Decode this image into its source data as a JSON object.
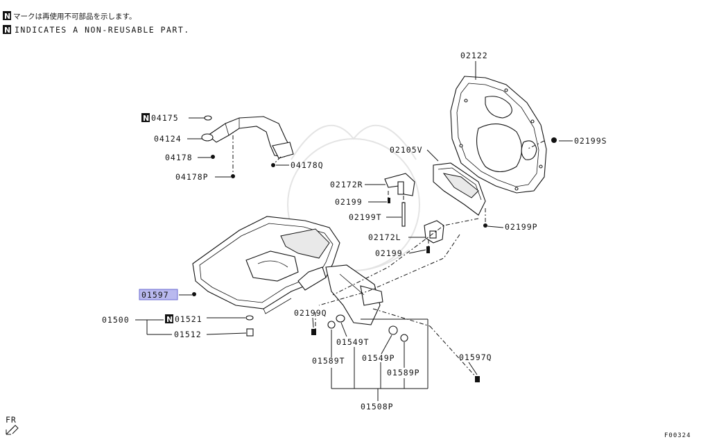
{
  "header": {
    "jp_note": "マークは再使用不可部品を示します。",
    "en_note": "INDICATES A NON-REUSABLE PART.",
    "n_mark": "N"
  },
  "labels": {
    "p02122": "02122",
    "p02199S": "02199S",
    "p02105V": "02105V",
    "p02172R": "02172R",
    "p02199a": "02199",
    "p02199T": "02199T",
    "p02199P": "02199P",
    "p02172L": "02172L",
    "p02199b": "02199",
    "p04175": "04175",
    "p04124": "04124",
    "p04178": "04178",
    "p04178P": "04178P",
    "p04178Q": "04178Q",
    "p01597": "01597",
    "p01500": "01500",
    "p01521": "01521",
    "p01512": "01512",
    "p02199Q": "02199Q",
    "p01549T": "01549T",
    "p01589T": "01589T",
    "p01549P": "01549P",
    "p01589P": "01589P",
    "p01597Q": "01597Q",
    "p01508P": "01508P"
  },
  "footer": {
    "fr": "FR",
    "figure_code": "F00324"
  },
  "colors": {
    "highlight": "#b9b9ef",
    "line": "#111111"
  }
}
